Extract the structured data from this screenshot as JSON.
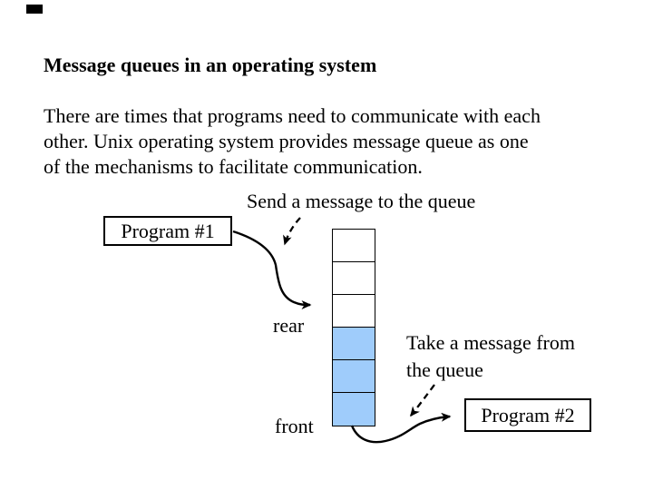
{
  "title": "Message queues in an operating system",
  "paragraph": {
    "lines": [
      "There are times that programs need to communicate with each",
      "other. Unix operating system provides message queue as one",
      "of the mechanisms to facilitate communication."
    ]
  },
  "labels": {
    "send": "Send a message to the queue",
    "take_line1": "Take a message from",
    "take_line2": "the queue",
    "rear": "rear",
    "front": "front"
  },
  "boxes": {
    "program1": "Program #1",
    "program2": "Program #2"
  },
  "queue": {
    "cell_count": 6,
    "cell_fills": [
      "#ffffff",
      "#ffffff",
      "#ffffff",
      "#9fccfb",
      "#9fccfb",
      "#9fccfb"
    ],
    "border_color": "#000000"
  },
  "colors": {
    "background": "#ffffff",
    "text": "#000000",
    "queue_fill": "#9fccfb",
    "arrow": "#000000"
  }
}
